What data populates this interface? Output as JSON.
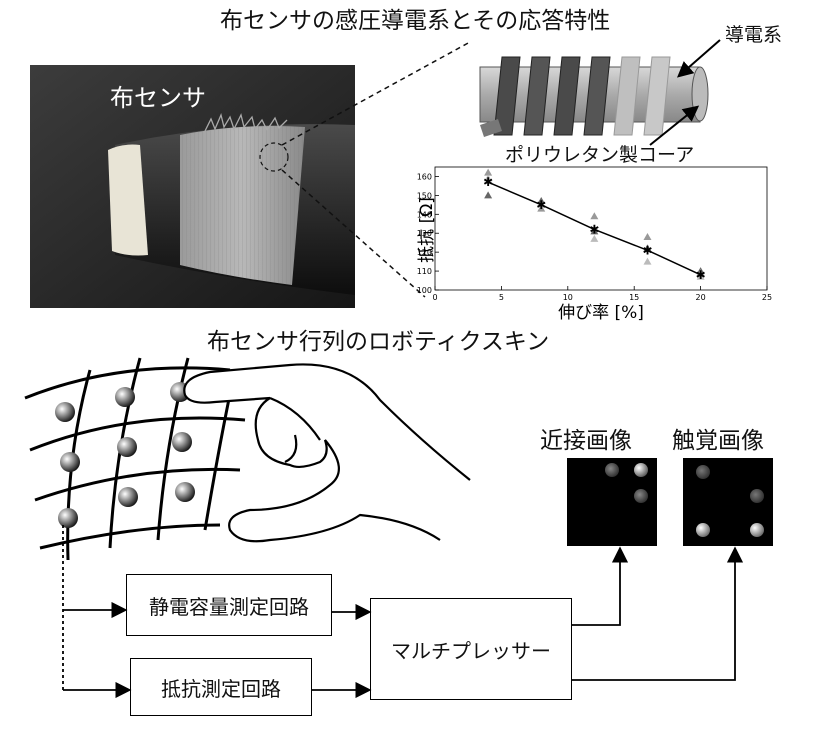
{
  "titles": {
    "top": "布センサの感圧導電系とその応答特性",
    "middle": "布センサ行列のロボティクスキン"
  },
  "photo_label": "布センサ",
  "core_labels": {
    "thread": "導電系",
    "core": "ポリウレタン製コーア"
  },
  "image_labels": {
    "proximity": "近接画像",
    "tactile": "触覚画像"
  },
  "boxes": {
    "capacitance": "静電容量測定回路",
    "resistance": "抵抗測定回路",
    "multiplexer": "マルチプレッサー"
  },
  "chart_data": {
    "type": "scatter",
    "xlabel": "伸び率 [%]",
    "ylabel": "抵抗 [Ω]",
    "xlim": [
      0,
      25
    ],
    "ylim": [
      100,
      165
    ],
    "x_ticks": [
      "0",
      "5",
      "10",
      "15",
      "20",
      "25"
    ],
    "y_ticks": [
      "100",
      "110",
      "120",
      "130",
      "140",
      "150",
      "160"
    ],
    "grid": false,
    "series": [
      {
        "marker": "triangle-dark",
        "x": [
          4,
          8,
          12,
          16,
          20
        ],
        "y": [
          150,
          147,
          131,
          122,
          110
        ]
      },
      {
        "marker": "triangle-mid",
        "x": [
          4,
          8,
          12,
          16,
          20
        ],
        "y": [
          162,
          143,
          139,
          128,
          109
        ]
      },
      {
        "marker": "triangle-light",
        "x": [
          4,
          8,
          12,
          16,
          20
        ],
        "y": [
          159,
          145,
          127,
          115,
          107
        ]
      },
      {
        "marker": "star-line",
        "x": [
          4,
          8,
          12,
          16,
          20
        ],
        "y": [
          157,
          145,
          132,
          121,
          108
        ]
      }
    ]
  }
}
